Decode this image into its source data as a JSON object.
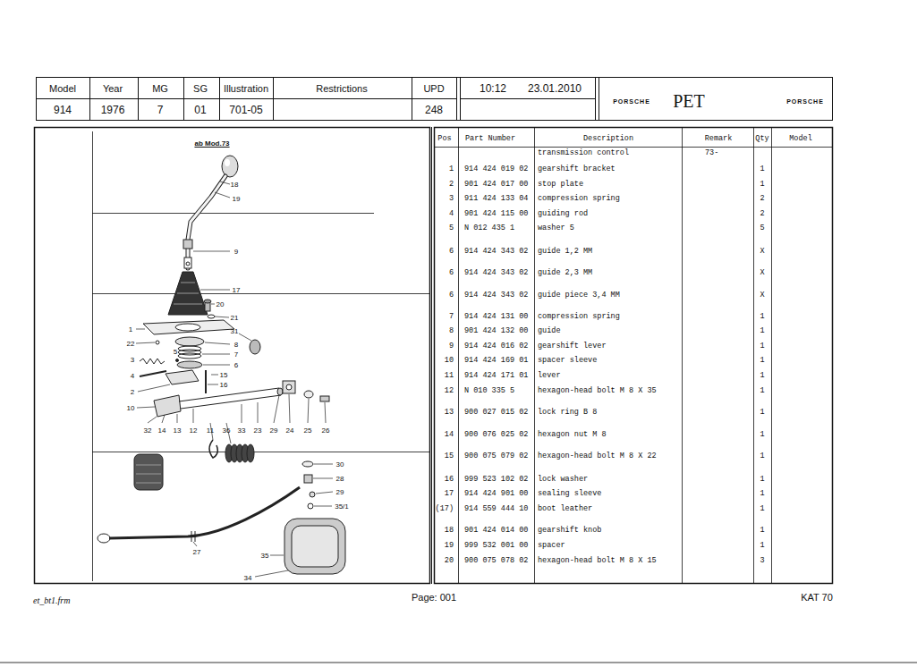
{
  "diagram": {
    "labels": [
      "Model",
      "914",
      "Year",
      "1976",
      "MG",
      "7",
      "SG",
      "01",
      "Illustration",
      "701-05",
      "Restrictions",
      "UPD",
      "248",
      "10:12",
      "23.01.2010",
      "PORSCHE",
      "PET",
      "PORSCHE",
      "ab Mod.73",
      "18",
      "19",
      "9",
      "17",
      "20",
      "21",
      "1",
      "31",
      "22",
      "8",
      "5",
      "7",
      "3",
      "6",
      "4",
      "15",
      "16",
      "2",
      "10",
      "32",
      "14",
      "13",
      "12",
      "11",
      "36",
      "33",
      "23",
      "29",
      "24",
      "25",
      "26",
      "30",
      "28",
      "29",
      "35/1",
      "27",
      "35",
      "34",
      "Pos",
      "Part Number",
      "Description",
      "Remark",
      "Qty",
      "Model",
      "transmission control",
      "73-",
      "1",
      "914 424 019 02",
      "gearshift bracket",
      "1",
      "2",
      "901 424 017 00",
      "stop plate",
      "1",
      "3",
      "911 424 133 04",
      "compression spring",
      "2",
      "4",
      "901 424 115 00",
      "guiding rod",
      "2",
      "5",
      "N 012 435 1",
      "washer 5",
      "5",
      "6",
      "914 424 343 02",
      "guide 1,2 MM",
      "X",
      "6",
      "914 424 343 02",
      "guide 2,3 MM",
      "X",
      "6",
      "914 424 343 02",
      "guide piece 3,4 MM",
      "X",
      "7",
      "914 424 131 00",
      "compression spring",
      "1",
      "8",
      "901 424 132 00",
      "guide",
      "1",
      "9",
      "914 424 016 02",
      "gearshift lever",
      "1",
      "10",
      "914 424 169 01",
      "spacer sleeve",
      "1",
      "11",
      "914 424 171 01",
      "lever",
      "1",
      "12",
      "N 010 335 5",
      "hexagon-head bolt M 8 X 35",
      "1",
      "13",
      "900 027 015 02",
      "lock ring B 8",
      "1",
      "14",
      "900 076 025 02",
      "hexagon nut M 8",
      "1",
      "15",
      "900 075 079 02",
      "hexagon-head bolt M 8 X 22",
      "1",
      "16",
      "999 523 102 02",
      "lock washer",
      "1",
      "17",
      "914 424 901 00",
      "sealing sleeve",
      "1",
      "(17)",
      "914 559 444 10",
      "boot leather",
      "1",
      "18",
      "901 424 014 00",
      "gearshift knob",
      "1",
      "19",
      "999 532 001 00",
      "spacer",
      "1",
      "20",
      "900 075 078 02",
      "hexagon-head bolt M 8 X 15",
      "3",
      "et_bt1.frm",
      "Page: 001",
      "KAT 70"
    ]
  }
}
